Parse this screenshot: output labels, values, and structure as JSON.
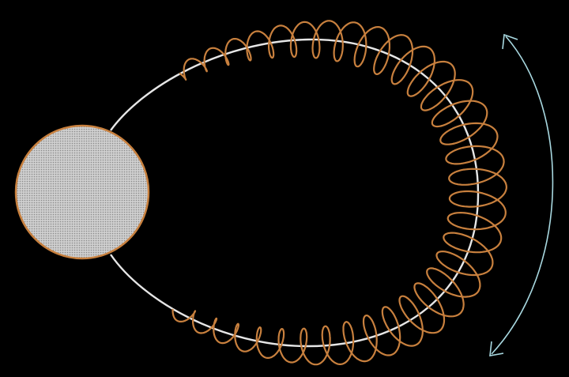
{
  "diagram": {
    "background_color": "#000000",
    "field_line_color": "#e6e6e6",
    "helix_color": "#c8803e",
    "planet_fill_color": "#d7d7d7",
    "planet_outline_color": "#c8803e",
    "motion_arrow_color": "#a8d8e0",
    "elements": [
      "planet",
      "magnetic-field-line",
      "helical-particle-trajectory",
      "bounce-direction-arrow"
    ]
  }
}
